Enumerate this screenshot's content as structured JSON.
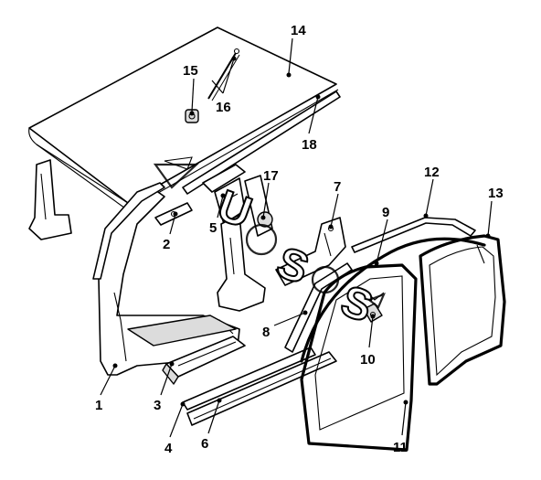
{
  "callouts": [
    {
      "id": "1",
      "label": "1"
    },
    {
      "id": "2",
      "label": "2"
    },
    {
      "id": "3",
      "label": "3"
    },
    {
      "id": "4",
      "label": "4"
    },
    {
      "id": "5",
      "label": "5"
    },
    {
      "id": "6",
      "label": "6"
    },
    {
      "id": "7",
      "label": "7"
    },
    {
      "id": "8",
      "label": "8"
    },
    {
      "id": "9",
      "label": "9"
    },
    {
      "id": "10",
      "label": "10"
    },
    {
      "id": "11",
      "label": "11"
    },
    {
      "id": "12",
      "label": "12"
    },
    {
      "id": "13",
      "label": "13"
    },
    {
      "id": "14",
      "label": "14"
    },
    {
      "id": "15",
      "label": "15"
    },
    {
      "id": "16",
      "label": "16"
    },
    {
      "id": "17",
      "label": "17"
    },
    {
      "id": "18",
      "label": "18"
    }
  ],
  "watermark": {
    "letters": [
      "U",
      "S",
      "S"
    ]
  },
  "colors": {
    "line": "#000000",
    "background": "#ffffff",
    "shade": "#dcdcdc"
  }
}
